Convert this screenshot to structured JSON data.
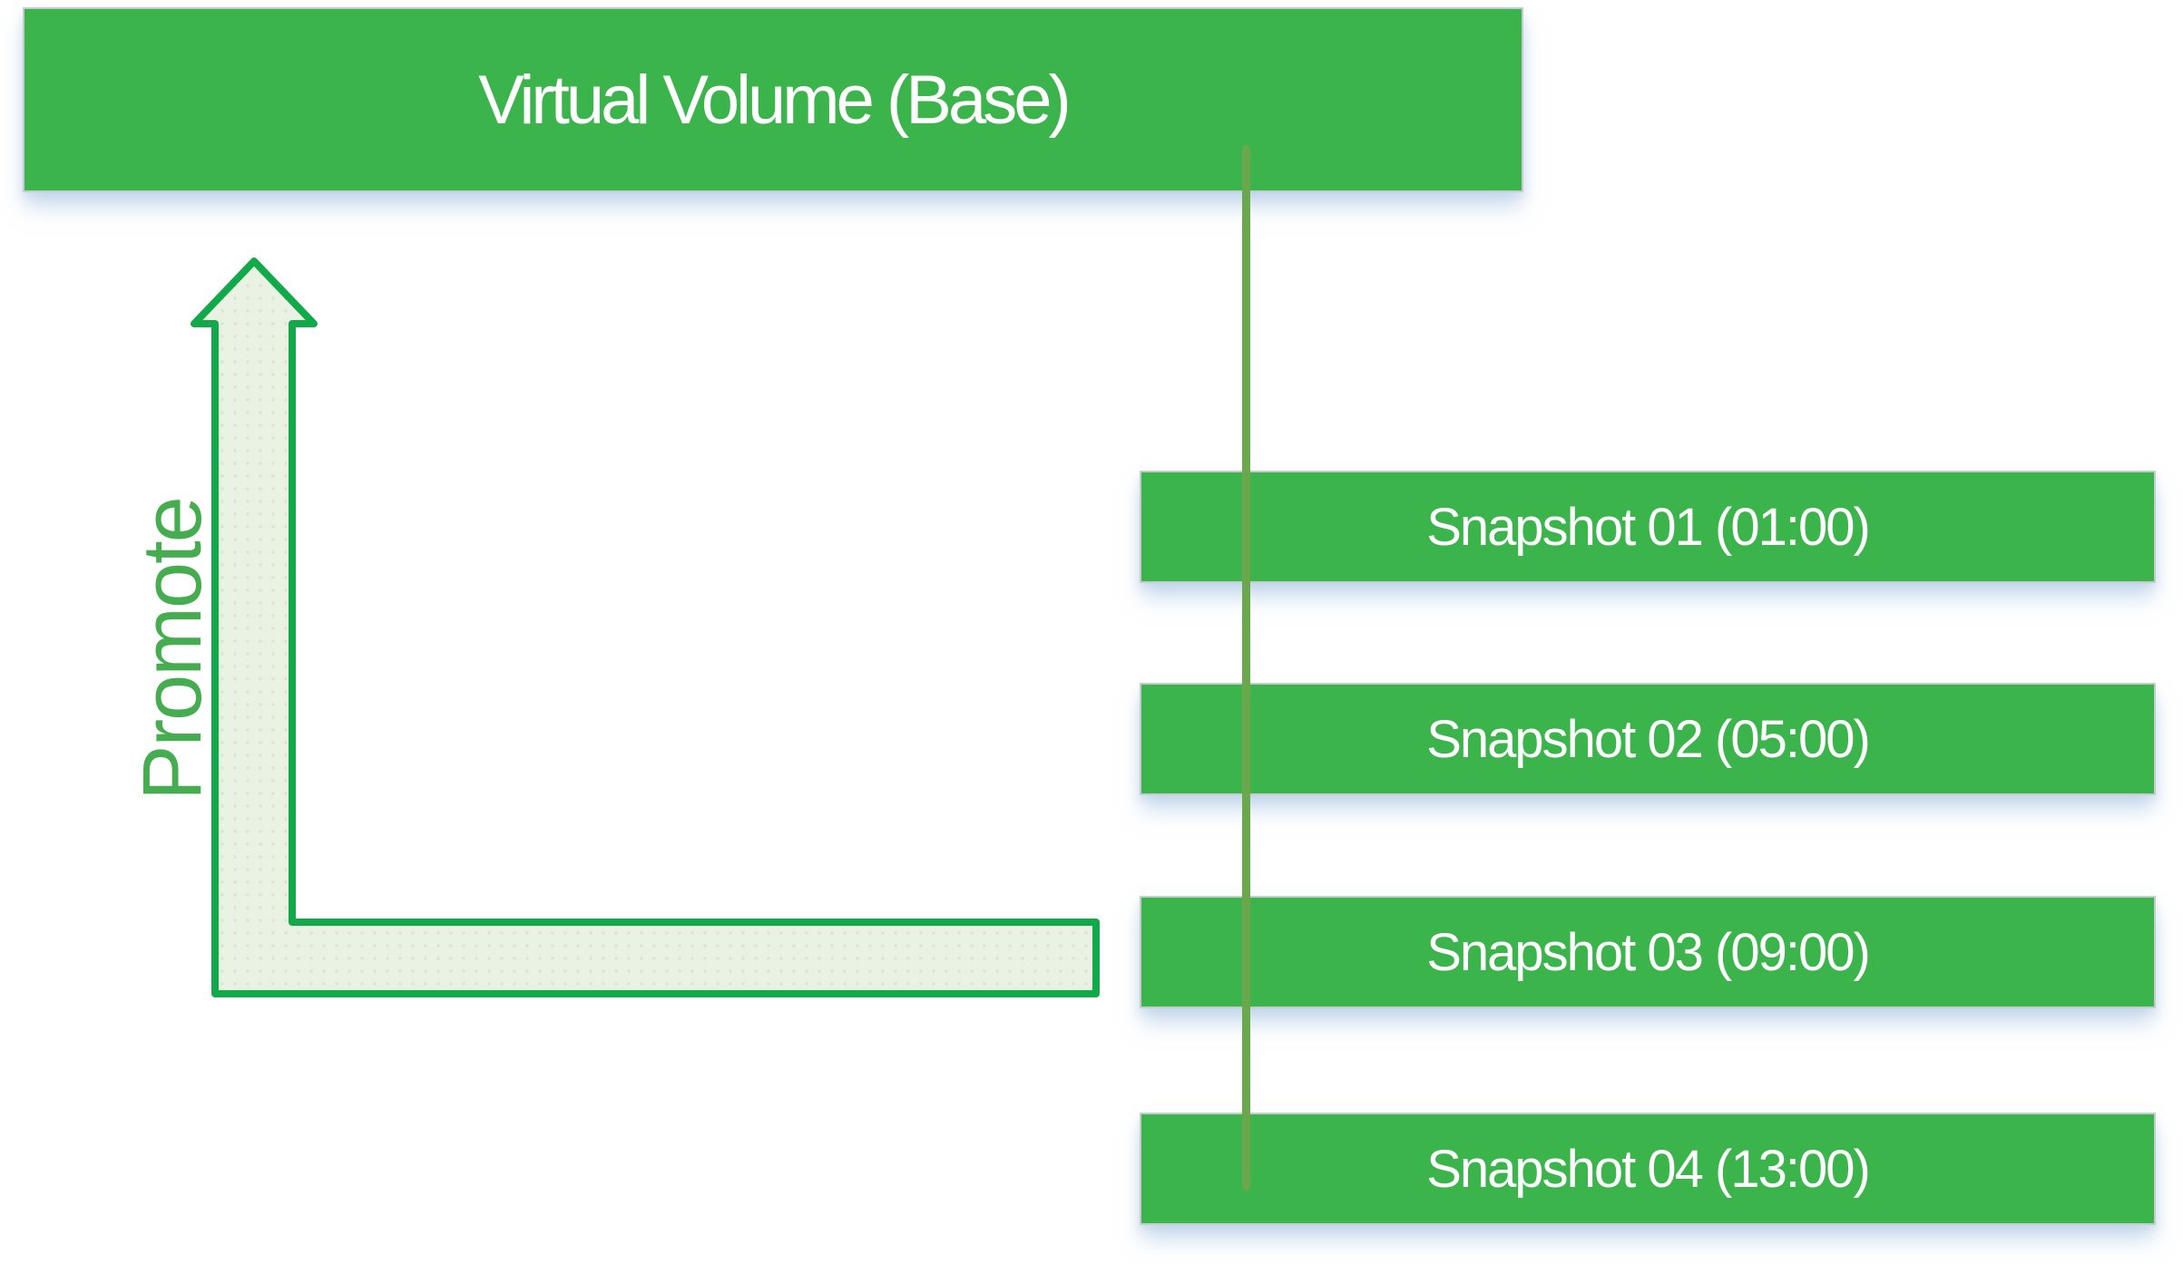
{
  "diagram": {
    "base_volume": {
      "label": "Virtual Volume (Base)"
    },
    "promote_label": "Promote",
    "snapshots": [
      {
        "label": "Snapshot 01 (01:00)"
      },
      {
        "label": "Snapshot 02 (05:00)"
      },
      {
        "label": "Snapshot 03 (09:00)"
      },
      {
        "label": "Snapshot 04 (13:00)"
      }
    ],
    "colors": {
      "bar_green": "#3cb44c",
      "bar_border": "#c6cbce",
      "arrow_fill": "#eaf2e3",
      "arrow_dot": "#d6e7cd",
      "arrow_border": "#12a94b",
      "timeline_line": "#6aa74d",
      "promote_text": "#45ad4f",
      "text_white": "#ffffff"
    }
  }
}
